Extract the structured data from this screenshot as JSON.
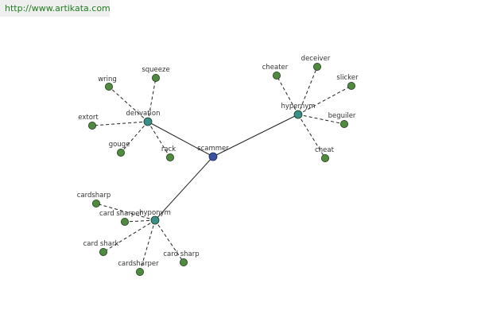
{
  "url": "http://www.artikata.com",
  "colors": {
    "center": "#3a4fa0",
    "hub": "#3a8f8a",
    "leaf": "#4f8a3f",
    "stroke": "#1e3a1e",
    "edge": "#222222"
  },
  "center": {
    "label": "scammer"
  },
  "hubs": [
    {
      "label": "derivation",
      "leaves": [
        "wring",
        "squeeze",
        "extort",
        "gouge",
        "rack"
      ]
    },
    {
      "label": "hypernym",
      "leaves": [
        "cheater",
        "deceiver",
        "slicker",
        "beguiler",
        "cheat"
      ]
    },
    {
      "label": "hyponym",
      "leaves": [
        "cardsharp",
        "card sharper",
        "card shark",
        "cardsharper",
        "card sharp"
      ]
    }
  ]
}
